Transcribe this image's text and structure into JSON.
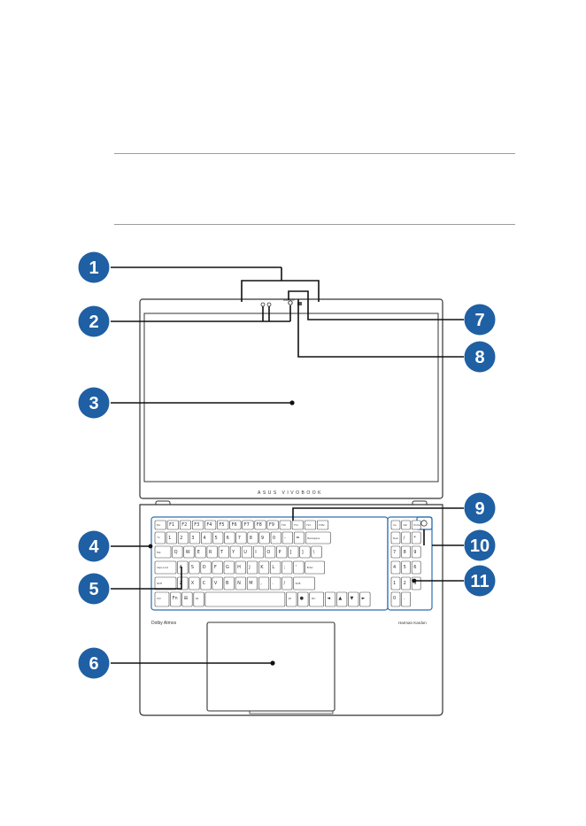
{
  "brand": {
    "hinge_logo": "ASUS VIVOBOOK",
    "speaker_badge_left": "Dolby Atmos",
    "speaker_badge_right": "Harman Kardon"
  },
  "callouts": [
    {
      "num": "1"
    },
    {
      "num": "2"
    },
    {
      "num": "3"
    },
    {
      "num": "4"
    },
    {
      "num": "5"
    },
    {
      "num": "6"
    },
    {
      "num": "7"
    },
    {
      "num": "8"
    },
    {
      "num": "9"
    },
    {
      "num": "10"
    },
    {
      "num": "11"
    }
  ],
  "keyboard": {
    "rows": [
      {
        "keys": [
          "Esc",
          "F1",
          "F2",
          "F3",
          "F4",
          "F5",
          "F6",
          "F7",
          "F8",
          "F9",
          "F10",
          "F11",
          "F12",
          "PrtSc",
          "Ins",
          "Del",
          "Home",
          "End"
        ]
      },
      {
        "keys": [
          "~",
          "1",
          "2",
          "3",
          "4",
          "5",
          "6",
          "7",
          "8",
          "9",
          "0",
          "-",
          "=",
          "Backspace",
          "Num",
          "/",
          "*",
          "-"
        ]
      },
      {
        "keys": [
          "Tab",
          "Q",
          "W",
          "E",
          "R",
          "T",
          "Y",
          "U",
          "I",
          "O",
          "P",
          "[",
          "]",
          "\\",
          "7",
          "8",
          "9",
          "+"
        ]
      },
      {
        "keys": [
          "Caps Lock",
          "A",
          "S",
          "D",
          "F",
          "G",
          "H",
          "J",
          "K",
          "L",
          ";",
          "'",
          "Enter",
          "4",
          "5",
          "6"
        ]
      },
      {
        "keys": [
          "Shift",
          "Z",
          "X",
          "C",
          "V",
          "B",
          "N",
          "M",
          ",",
          ".",
          "/",
          "Shift",
          "1",
          "2",
          "3",
          "Enter"
        ]
      },
      {
        "keys": [
          "Ctrl",
          "Fn",
          "⊞",
          "Alt",
          "",
          "Alt",
          "●",
          "Ctrl",
          "◄",
          "▲",
          "▼",
          "►",
          "0",
          "."
        ]
      }
    ]
  },
  "colors": {
    "callout_fill": "#1f5fa3",
    "outline": "#333333",
    "highlight": "#2d6fb0",
    "rule": "#9c9c9c"
  }
}
